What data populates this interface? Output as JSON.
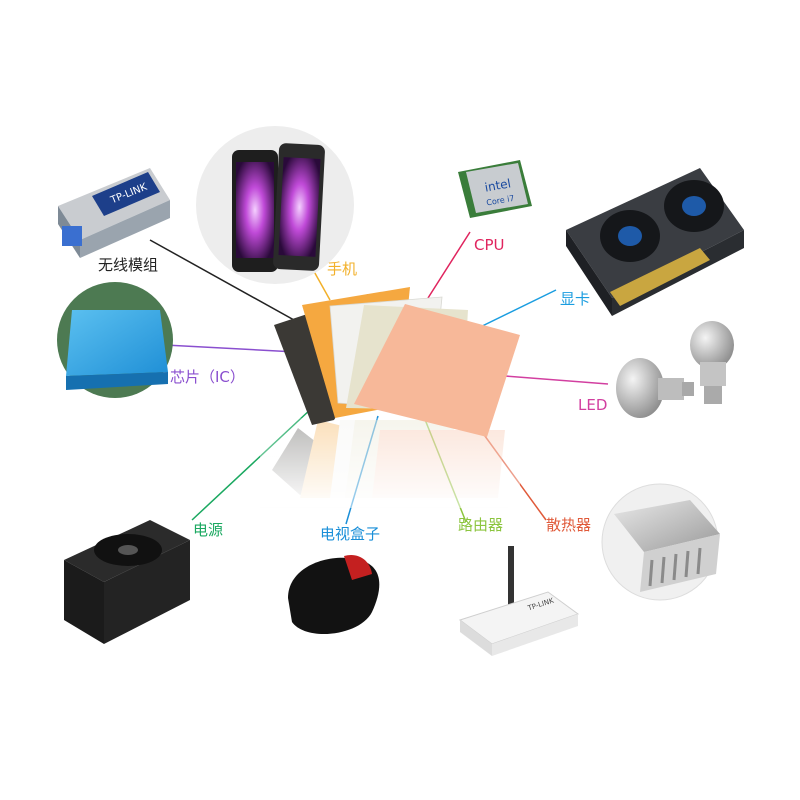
{
  "colors": {
    "wireless": "#222222",
    "phone": "#f2b02a",
    "cpu": "#e0245e",
    "gpu": "#1a9de0",
    "chip": "#8a4fcf",
    "led": "#d23fa0",
    "power": "#1aa860",
    "tvbox": "#1a8fd8",
    "router": "#8cc53f",
    "heatsink": "#e05a3a",
    "sheet_black": "#3b3935",
    "sheet_orange": "#f5a840",
    "sheet_white": "#f2f2ef",
    "sheet_cream": "#e6e3cd",
    "sheet_pink": "#f7b899"
  },
  "labels": {
    "wireless_module": "无线模组",
    "phone": "手机",
    "cpu": "CPU",
    "graphics_card": "显卡",
    "chip": "芯片（IC）",
    "led": "LED",
    "power_supply": "电源",
    "tv_box": "电视盒子",
    "router": "路由器",
    "heatsink": "散热器"
  },
  "device_text": {
    "sfp_brand": "TP-LINK",
    "router_brand": "TP-LINK",
    "cpu_brand": "intel",
    "cpu_model": "Core i7"
  }
}
